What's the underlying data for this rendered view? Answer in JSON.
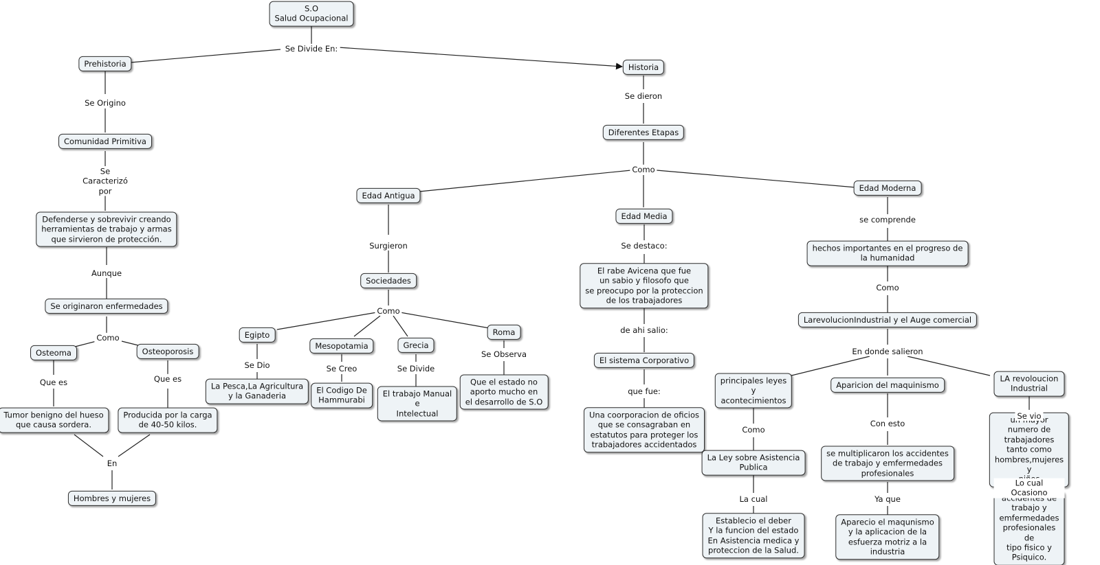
{
  "nodes": {
    "root": "S.O\nSalud Ocupacional",
    "prehistoria": "Prehistoria",
    "historia": "Historia",
    "comunidad": "Comunidad Primitiva",
    "defenderse": "Defenderse y sobrevivir creando\nherramientas de trabajo y armas\nque sirvieron de protección.",
    "enfermedades": "Se originaron enfermedades",
    "osteoma": "Osteoma",
    "osteoporosis": "Osteoporosis",
    "tumor": "Tumor benigno del hueso\nque causa sordera.",
    "producida": "Producida por la carga\nde 40-50 kilos.",
    "hombres": "Hombres y mujeres",
    "etapas": "Diferentes Etapas",
    "antigua": "Edad Antigua",
    "media": "Edad Media",
    "moderna": "Edad Moderna",
    "sociedades": "Sociedades",
    "egipto": "Egipto",
    "mesopotamia": "Mesopotamia",
    "grecia": "Grecia",
    "roma": "Roma",
    "pesca": "La Pesca,La Agricultura\ny la Ganaderia",
    "codigo": "El Codigo De\nHammurabi",
    "trabajo": "El trabajo Manual\ne\nIntelectual",
    "estado": "Que el estado no\naporto mucho en\nel desarrollo de S.O",
    "avicena": "El rabe Avicena que fue\nun sabio y filosofo que\nse preocupo por la proteccion\nde los trabajadores",
    "corporativo": "El sistema Corporativo",
    "coorporacion": "Una coorporacion de oficios\nque se consagraban en\nestatutos para proteger los\ntrabajadores accidentados",
    "hechos": "hechos importantes en el progreso de\nla humanidad",
    "revolucion": "LarevolucionIndustrial y el Auge comercial",
    "leyes": "principales leyes\ny\nacontecimientos",
    "maquinismo": "Aparicion del maquinismo",
    "revolucion2": "LA revoloucion Industrial",
    "ley": "La Ley sobre Asistencia\nPublica",
    "multiplicaron": "se multiplicaron los accidentes\nde trabajo y emfermedades\nprofesionales",
    "mayor": "un mayor numero de trabajadores\ntanto como hombres,mujeres y\nniños",
    "establecio": "Establecio el deber\nY la funcion del estado\nEn Asistencia medica y\nproteccion de la Salud.",
    "aparecio": "Aparecio el maqunismo\ny la aplicacion de la\nesfuerza motriz a la\nindustria",
    "accidentes": "accidentes de trabajo y\nemfermedades profesionales de\ntipo fisico y Psiquico."
  },
  "links": {
    "se_divide": "Se Divide En:",
    "se_origino": "Se Origino",
    "se_caracterizo": "Se\nCaracterizó\npor",
    "aunque": "Aunque",
    "como_enf": "Como",
    "que_es_1": "Que es",
    "que_es_2": "Que es",
    "en": "En",
    "se_dieron": "Se dieron",
    "como_etapas": "Como",
    "surgieron": "Surgieron",
    "como_soc": "Como",
    "se_dio": "Se Dio",
    "se_creo": "Se Creo",
    "se_divide2": "Se Divide",
    "se_observa": "Se Observa",
    "se_destaco": "Se destaco:",
    "de_ahi": "de ahi salio:",
    "que_fue": "que fue:",
    "se_comprende": "se comprende",
    "como_hechos": "Como",
    "en_donde": "En donde salieron",
    "como_leyes": "Como",
    "con_esto": "Con esto",
    "se_vio": "Se vio",
    "la_cual": "La cual",
    "ya_que": "Ya que",
    "lo_cual": "Lo cual Ocasiono"
  }
}
